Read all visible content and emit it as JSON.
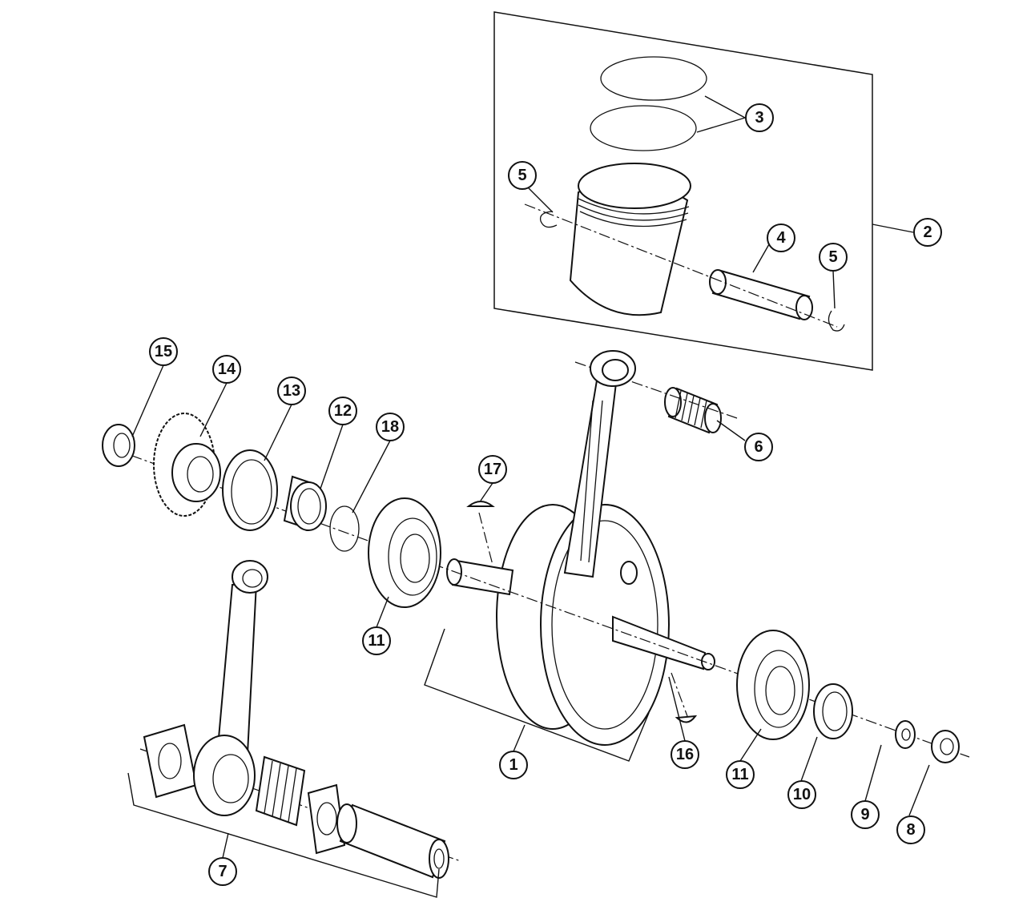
{
  "diagram": {
    "type": "exploded parts diagram - crankshaft and piston assembly",
    "callouts": [
      "1",
      "2",
      "3",
      "3",
      "4",
      "5",
      "5",
      "6",
      "7",
      "8",
      "9",
      "10",
      "11",
      "11",
      "12",
      "13",
      "14",
      "15",
      "16",
      "17",
      "18"
    ]
  },
  "colors": {
    "line": "#111111",
    "background": "#ffffff"
  }
}
